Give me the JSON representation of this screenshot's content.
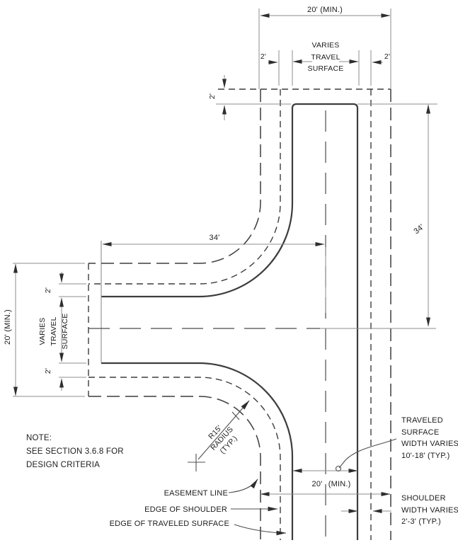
{
  "drawing": {
    "colors": {
      "line": "#3d3d3d",
      "dimension": "#8d8d8d",
      "text": "#1c1c1c",
      "background": "#ffffff"
    },
    "top_dims": {
      "easement_width": "20' (MIN.)",
      "travel_lines": [
        "VARIES",
        "TRAVEL",
        "SURFACE"
      ],
      "shoulder_left": "2'",
      "shoulder_right": "2'",
      "end_shoulder": "2'"
    },
    "left_dims": {
      "easement_width": "20' (MIN.)",
      "shoulder_upper": "2'",
      "travel_lines": [
        "VARIES",
        "TRAVEL",
        "SURFACE"
      ],
      "shoulder_lower": "2'"
    },
    "offset_dims": {
      "horizontal_34": "34'",
      "vertical_34": "34'"
    },
    "radius_callout": {
      "lines": [
        "R15'",
        "RADIUS",
        "(TYP.)"
      ]
    },
    "note": {
      "lines": [
        "NOTE:",
        "SEE SECTION 3.6.8 FOR",
        "DESIGN CRITERIA"
      ]
    },
    "callouts": {
      "easement_line": "EASEMENT LINE",
      "edge_of_shoulder": "EDGE OF SHOULDER",
      "edge_of_traveled_surface": "EDGE OF TRAVELED SURFACE"
    },
    "bottom_dims": {
      "easement_width": "20' (MIN.)"
    },
    "traveled_surface_note": {
      "lines": [
        "TRAVELED",
        "SURFACE",
        "WIDTH VARIES",
        "10'-18' (TYP.)"
      ]
    },
    "shoulder_note": {
      "lines": [
        "SHOULDER",
        "WIDTH VARIES",
        "2'-3' (TYP.)"
      ]
    }
  }
}
